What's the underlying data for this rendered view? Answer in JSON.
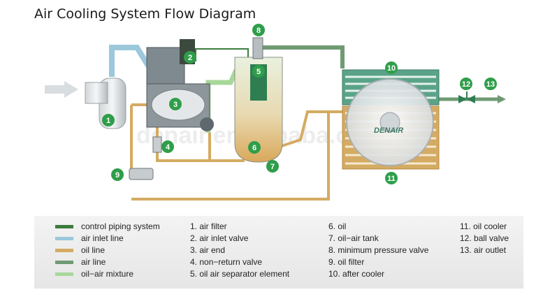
{
  "title": "Air Cooling System Flow Diagram",
  "watermark": "denair.en.alibaba.com",
  "fan_brand": "DENAIR",
  "colors": {
    "control_piping": "#3d7d3d",
    "air_inlet": "#9bc8db",
    "oil_line": "#d4ab62",
    "air_line": "#6f9a73",
    "oil_air_mixture": "#a8d79a",
    "badge": "#2f9e4a"
  },
  "badges": [
    "1",
    "2",
    "3",
    "4",
    "5",
    "6",
    "7",
    "8",
    "9",
    "10",
    "11",
    "12",
    "13"
  ],
  "legend_lines": [
    {
      "label": "control piping system",
      "color": "#3d7d3d"
    },
    {
      "label": "air inlet line",
      "color": "#9bc8db"
    },
    {
      "label": "oil line",
      "color": "#d4ab62"
    },
    {
      "label": "air line",
      "color": "#6f9a73"
    },
    {
      "label": "oil−air mixture",
      "color": "#a8d79a"
    }
  ],
  "legend_col2": [
    "1. air filter",
    "2. air inlet valve",
    "3. air end",
    "4. non−return valve",
    "5. oil air separator element"
  ],
  "legend_col3": [
    "6. oil",
    "7. oil−air tank",
    "8. minimum pressure valve",
    "9. oil filter",
    "10. after cooler"
  ],
  "legend_col4": [
    "11. oil cooler",
    "12. ball valve",
    "13. air outlet"
  ]
}
